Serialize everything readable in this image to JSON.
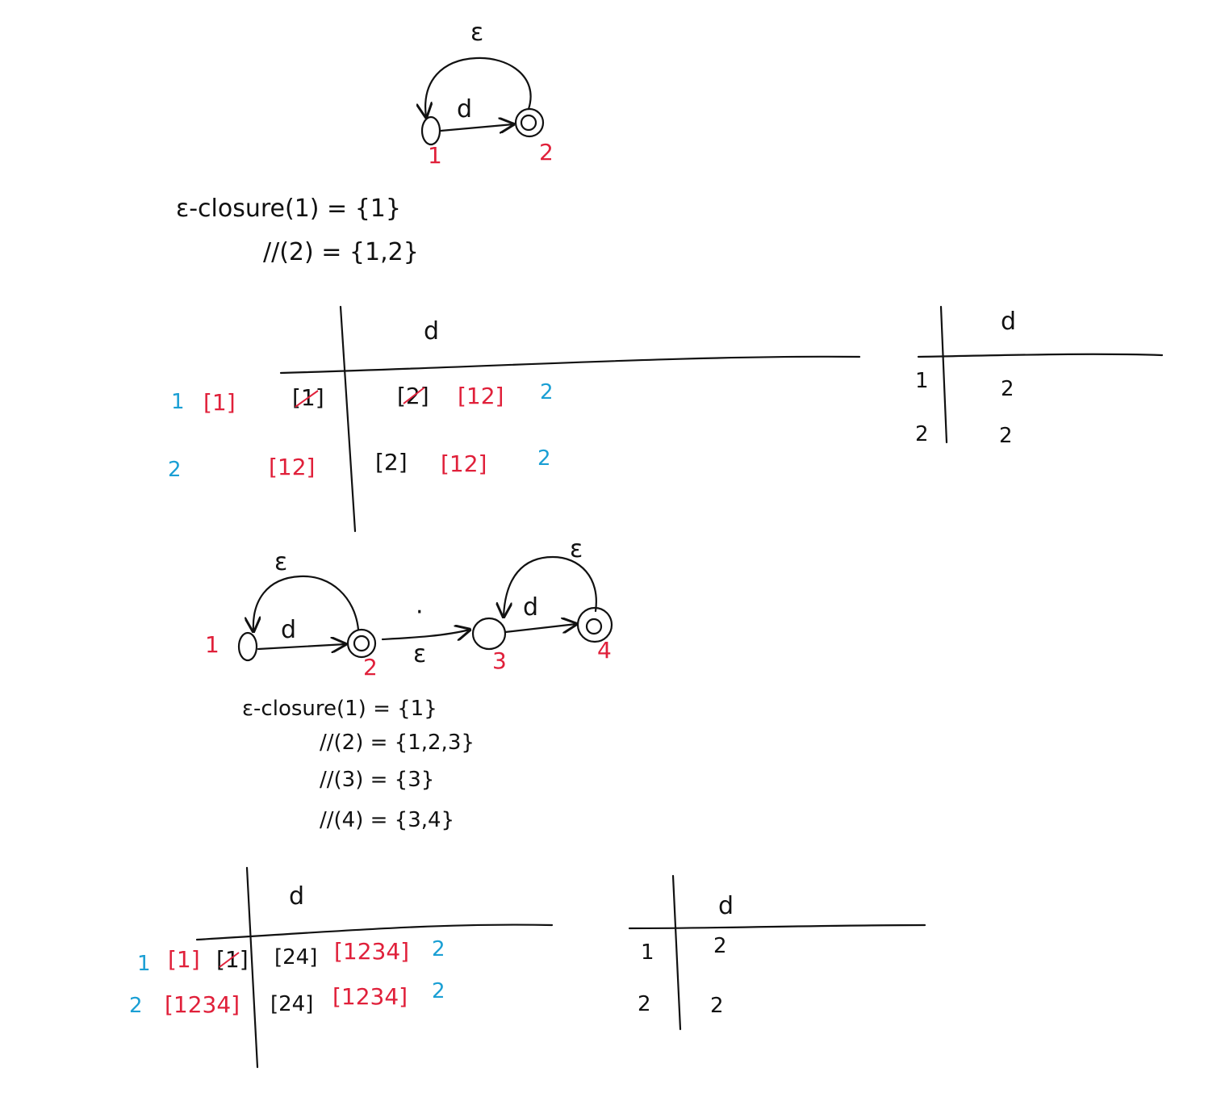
{
  "colors": {
    "ink": "#111111",
    "red": "#e0203a",
    "blue": "#1a9fd4"
  },
  "nfa1": {
    "epsilon": "ε",
    "d": "d",
    "state1": "1",
    "state2": "2"
  },
  "closure1": {
    "line1": "ε-closure(1)  =  {1}",
    "line2": "//(2)  =  {1,2}"
  },
  "table1": {
    "header": "d",
    "rows": [
      {
        "id": "1",
        "set": "[1]",
        "left": "[1]",
        "cell_struck": "[2]",
        "cell_red": "[12]",
        "dfa": "2"
      },
      {
        "id": "2",
        "set": "",
        "left": "[12]",
        "cell_black": "[2]",
        "cell_red": "[12]",
        "dfa": "2"
      }
    ]
  },
  "dfa1": {
    "header": "d",
    "rows": [
      {
        "state": "1",
        "d": "2"
      },
      {
        "state": "2",
        "d": "2"
      }
    ]
  },
  "nfa2": {
    "eps_top": "ε",
    "eps_right": "ε",
    "eps_mid": "ε",
    "dot": "·",
    "d1": "d",
    "d2": "d",
    "s1": "1",
    "s2": "2",
    "s3": "3",
    "s4": "4"
  },
  "closure2": {
    "line1": "ε-closure(1)  =  {1}",
    "line2": "//(2)  =  {1,2,3}",
    "line3": "//(3)  =  {3}",
    "line4": "//(4)  =  {3,4}"
  },
  "table2": {
    "header": "d",
    "rows": [
      {
        "id": "1",
        "set": "[1]",
        "struck": "[1]",
        "cell_black": "[24]",
        "cell_red": "[1234]",
        "dfa": "2"
      },
      {
        "id": "2",
        "set": "[1234]",
        "cell_black": "[24]",
        "cell_red": "[1234]",
        "dfa": "2"
      }
    ]
  },
  "dfa2": {
    "header": "d",
    "rows": [
      {
        "state": "1",
        "d": "2"
      },
      {
        "state": "2",
        "d": "2"
      }
    ]
  }
}
